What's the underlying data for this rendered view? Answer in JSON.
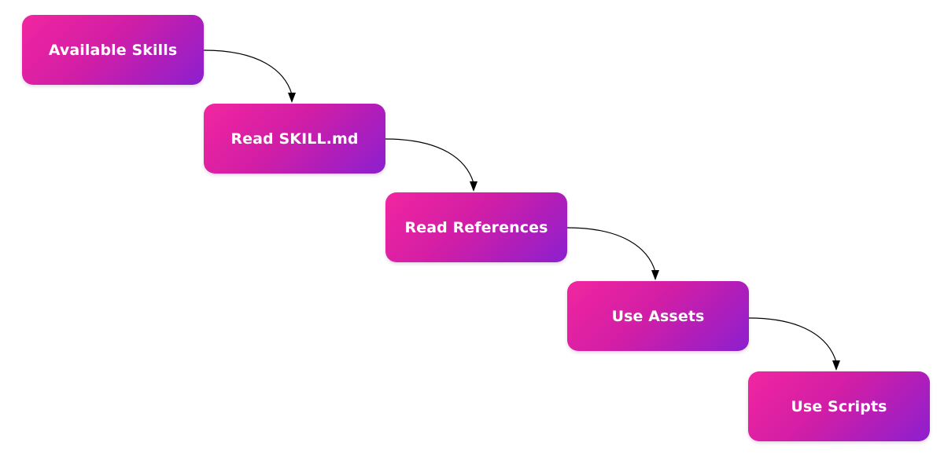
{
  "diagram": {
    "steps": [
      {
        "label": "Available Skills"
      },
      {
        "label": "Read SKILL.md"
      },
      {
        "label": "Read References"
      },
      {
        "label": "Use Assets"
      },
      {
        "label": "Use Scripts"
      }
    ],
    "colors": {
      "box_gradient_start": "#f2259f",
      "box_gradient_end": "#8c1fcf",
      "label_text": "#ffffff",
      "connector": "#000000",
      "background": "#ffffff"
    }
  }
}
